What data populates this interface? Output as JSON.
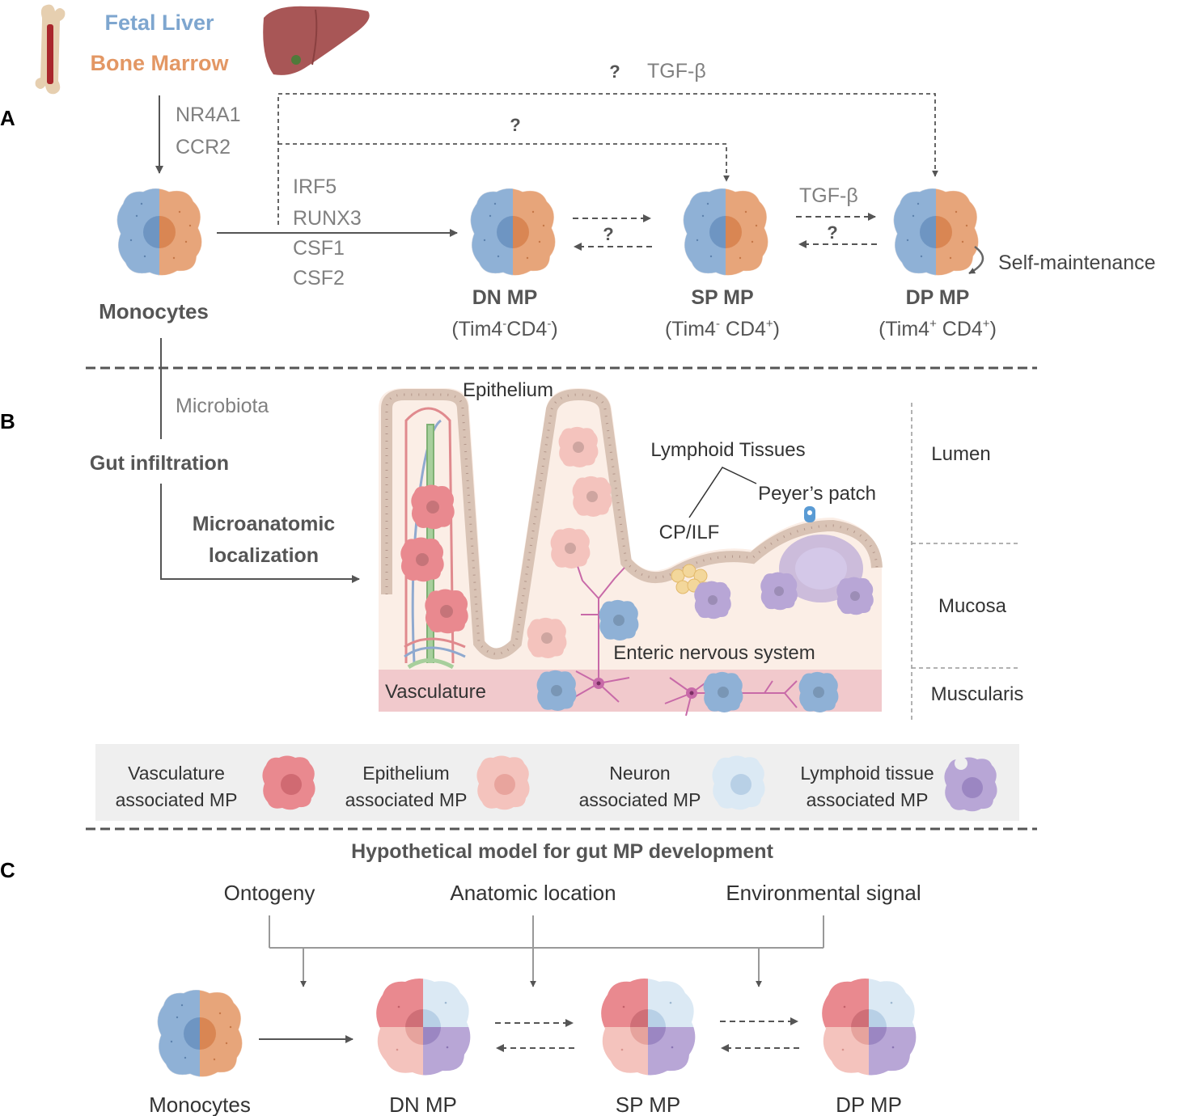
{
  "panel_labels": {
    "a": "A",
    "b": "B",
    "c": "C"
  },
  "panel_a": {
    "origins": {
      "fetal_liver": "Fetal Liver",
      "bone_marrow": "Bone Marrow"
    },
    "factors_top": {
      "f1": "NR4A1",
      "f2": "CCR2"
    },
    "factors_mid": {
      "f1": "IRF5",
      "f2": "RUNX3",
      "f3": "CSF1",
      "f4": "CSF2"
    },
    "question": "?",
    "tgf_beta": "TGF-β",
    "self_maintenance": "Self-maintenance",
    "monocytes": "Monocytes",
    "dn": {
      "name": "DN MP",
      "open": "(Tim4",
      "s1": "-",
      "mid": "CD4",
      "s2": "-",
      "close": ")"
    },
    "sp": {
      "name": "SP MP",
      "open": "(Tim4",
      "s1": "-",
      "mid": " CD4",
      "s2": "+",
      "close": ")"
    },
    "dp": {
      "name": "DP MP",
      "open": "(Tim4",
      "s1": "+",
      "mid": " CD4",
      "s2": "+",
      "close": ")"
    }
  },
  "panel_b": {
    "microbiota": "Microbiota",
    "gut_infiltration": "Gut infiltration",
    "microanatomic_1": "Microanatomic",
    "microanatomic_2": "localization",
    "epithelium": "Epithelium",
    "lymphoid_tissues": "Lymphoid Tissues",
    "peyers_patch": "Peyer’s patch",
    "cp_ilf": "CP/ILF",
    "enteric": "Enteric nervous system",
    "vasculature": "Vasculature",
    "layers": {
      "lumen": "Lumen",
      "mucosa": "Mucosa",
      "muscularis": "Muscularis"
    },
    "legend": {
      "vasc_1": "Vasculature",
      "vasc_2": "associated MP",
      "epi_1": "Epithelium",
      "epi_2": "associated MP",
      "neu_1": "Neuron",
      "neu_2": "associated MP",
      "lym_1": "Lymphoid tissue",
      "lym_2": "associated MP"
    }
  },
  "panel_c": {
    "title": "Hypothetical model for gut MP development",
    "ontogeny": "Ontogeny",
    "anatomic": "Anatomic location",
    "environmental": "Environmental signal",
    "monocytes": "Monocytes",
    "dn": "DN MP",
    "sp": "SP MP",
    "dp": "DP MP"
  },
  "colors": {
    "blue": "#8fb1d6",
    "orange": "#e7a57a",
    "vasc": "#e9898f",
    "epi": "#f4c3bd",
    "neuron": "#dbe9f4",
    "lymphoid": "#b8a6d6",
    "text_gray": "#808080",
    "text_dark": "#555555",
    "title_blue": "#7ea6cf",
    "title_orange": "#e39764"
  }
}
